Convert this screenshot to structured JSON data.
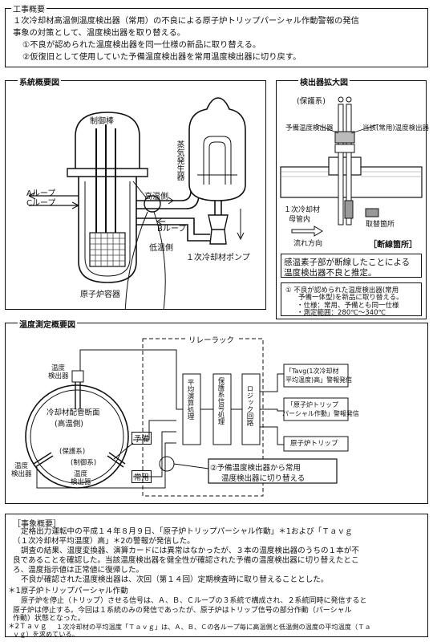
{
  "overview": {
    "title": "工事概要",
    "lines": [
      "１次冷却材高温側温度検出器（常用）の不良による原子炉トリップパーシャル作動警報の発信",
      "事象の対策として、温度検出器を取り替える。",
      "①不良が認められた温度検出器を同一仕様の新品に取り替える。",
      "②仮復旧として使用していた予備温度検出器を常用温度検出器に切り戻す。"
    ]
  },
  "system": {
    "title": "系統概要図",
    "control_rod": "制御棒",
    "steam_generator": "蒸気発生器",
    "loop_a": "Aループ",
    "loop_c": "Cループ",
    "hot_leg": "高温側",
    "loop_b": "Bループ",
    "cold_leg": "低温側",
    "pump": "１次冷却材ポンプ",
    "vessel": "原子炉容器"
  },
  "detector": {
    "title": "検出器拡大図",
    "protection": "(保護系)",
    "spare": "予備温度検出器",
    "inuse": "当該(常用)温度検出器",
    "pipe": "１次冷却材",
    "pipe2": "母管内",
    "flow": "流れ方向",
    "replace_legend": "取替箇所",
    "break_label": "［断線箇所］",
    "cause1": "感温素子部が断線したことによる",
    "cause2": "温度検出器不良と推定。",
    "measure1": "① 不良が認められた温度検出器(常用",
    "measure2": "予備一体型)を新品に取り替える。",
    "measure3": "・仕様：常用、予備とも同一仕様",
    "measure4": "・測定範囲：280℃〜340℃"
  },
  "measurement": {
    "title": "温度測定概要図",
    "relay_rack": "リレーラック",
    "temp_det_top1": "温度",
    "temp_det_top2": "検出器",
    "pipe_section1": "冷却材配管断面",
    "pipe_section2": "(高温側)",
    "protection": "(保護系)",
    "control": "(制御系)",
    "temp_det_left1": "温度",
    "temp_det_left2": "検出器",
    "temp_det_bottom1": "温度",
    "temp_det_bottom2": "検出器",
    "spare": "予備",
    "inuse": "常用",
    "avg_process": "平均演算処理",
    "protect_signal": "保護系信号処理",
    "logic": "ロジック回路",
    "out_tavg1": "「Tavg(1次冷却材",
    "out_tavg2": "平均温度)高」警報発信",
    "out_trip1": "「原子炉トリップ",
    "out_trip2": "パーシャル作動」警報発信",
    "out_reactor_trip": "原子炉トリップ",
    "switch_back1": "②予備温度検出器から常用",
    "switch_back2": "温度検出器に切り替える"
  },
  "event": {
    "title": "［事象概要］",
    "lines": [
      "定格出力運転中の平成１４年８月９日、「原子炉トリップパーシャル作動」＊1および「Ｔａｖｇ",
      "（１次冷却材平均温度）高」＊2の警報が発信した。",
      "調査の結果、温度変換器、演算カードには異常はなかったが、３本の温度検出器のうちの１本が不",
      "良であることを確認した。当該温度検出器を健全性が確認された予備の温度検出器に切り替えたとこ",
      "ろ、温度指示値は正常値に復帰した。",
      "不良が確認された温度検出器は、次回（第１４回）定期検査時に取り替えることとした。"
    ],
    "fn1_title": "＊1原子炉トリップパーシャル作動",
    "fn1_lines": [
      "原子炉を停止（トリップ）させる信号は、Ａ、Ｂ、Ｃループの３系統で構成され、２系統同時に発信すると",
      "原子炉は停止する。今回は１系統のみの発信であったが、原子炉はトリップ信号の部分作動（パーシャル",
      "作動）状態となった。"
    ],
    "fn2_title": "＊2Ｔａｖｇ",
    "fn2_lines": [
      "１次冷却材の平均温度「Ｔａｖｇ」は、Ａ、Ｂ、Ｃの各ループ毎に高温側と低温側の温度の平均温度（Ｔａ",
      "ｖｇ）を求めている。"
    ]
  }
}
